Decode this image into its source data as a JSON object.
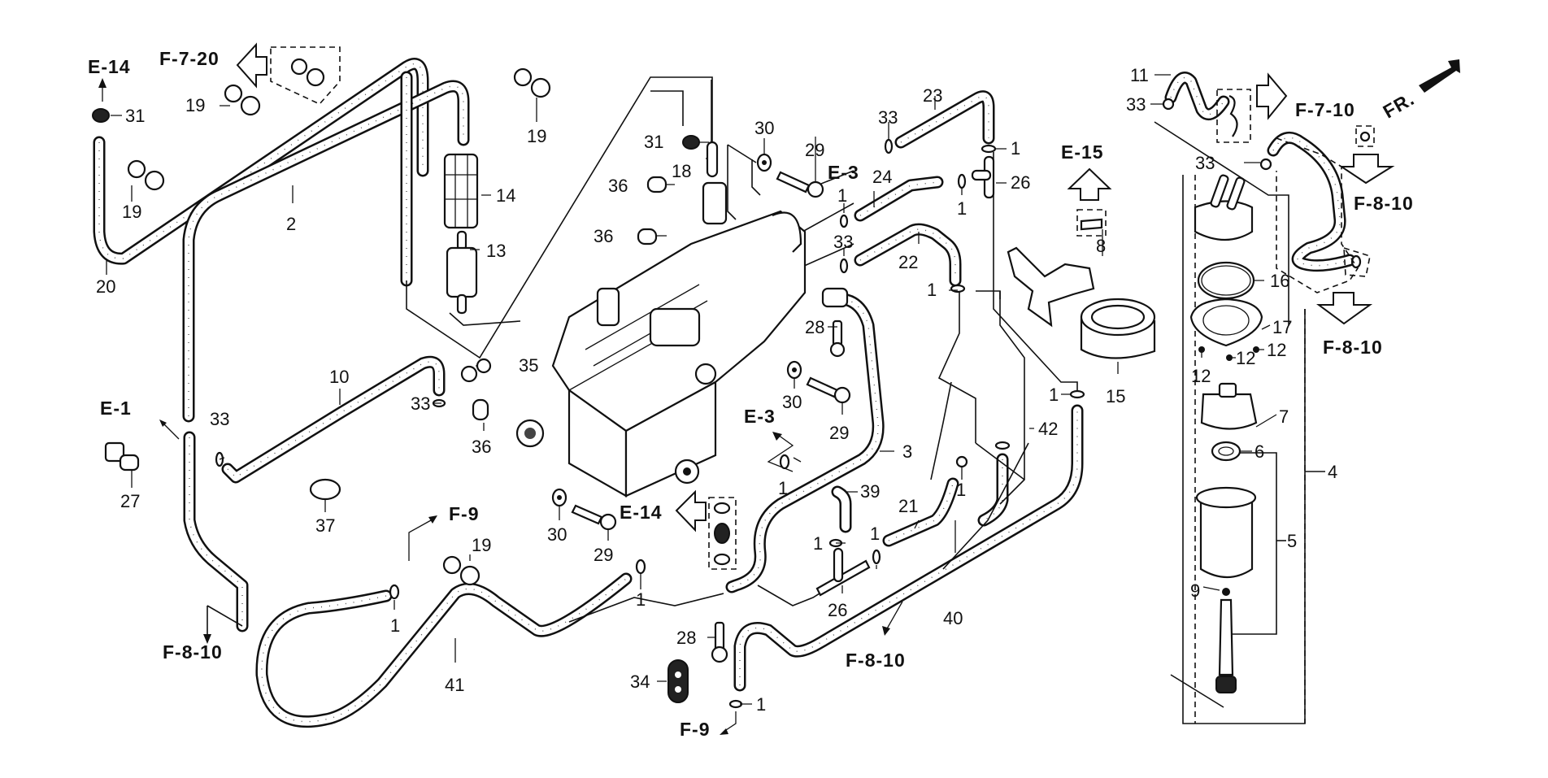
{
  "diagram": {
    "title": "Fuel system parts diagram",
    "orientation_label": "FR.",
    "references": {
      "e14_top": "E-14",
      "f720": "F-7-20",
      "e1": "E-1",
      "e3_a": "E-3",
      "e3_b": "E-3",
      "e14_mid": "E-14",
      "e15": "E-15",
      "f710": "F-7-10",
      "f810_a": "F-8-10",
      "f810_b": "F-8-10",
      "f810_c": "F-8-10",
      "f810_d": "F-8-10",
      "f9_a": "F-9",
      "f9_b": "F-9"
    },
    "callouts": [
      {
        "id": "c31a",
        "label": "31"
      },
      {
        "id": "c19a",
        "label": "19"
      },
      {
        "id": "c19b",
        "label": "19"
      },
      {
        "id": "c20",
        "label": "20"
      },
      {
        "id": "c2",
        "label": "2"
      },
      {
        "id": "c19c",
        "label": "19"
      },
      {
        "id": "c14",
        "label": "14"
      },
      {
        "id": "c13",
        "label": "13"
      },
      {
        "id": "c31b",
        "label": "31"
      },
      {
        "id": "c18",
        "label": "18"
      },
      {
        "id": "c36a",
        "label": "36"
      },
      {
        "id": "c36b",
        "label": "36"
      },
      {
        "id": "c30a",
        "label": "30"
      },
      {
        "id": "c29a",
        "label": "29"
      },
      {
        "id": "c33a",
        "label": "33"
      },
      {
        "id": "c23",
        "label": "23"
      },
      {
        "id": "c1a",
        "label": "1"
      },
      {
        "id": "c26a",
        "label": "26"
      },
      {
        "id": "c24",
        "label": "24"
      },
      {
        "id": "c1b",
        "label": "1"
      },
      {
        "id": "c1c",
        "label": "1"
      },
      {
        "id": "c33b",
        "label": "33"
      },
      {
        "id": "c22",
        "label": "22"
      },
      {
        "id": "c1d",
        "label": "1"
      },
      {
        "id": "c28a",
        "label": "28"
      },
      {
        "id": "c30b",
        "label": "30"
      },
      {
        "id": "c29b",
        "label": "29"
      },
      {
        "id": "c3",
        "label": "3"
      },
      {
        "id": "c42",
        "label": "42"
      },
      {
        "id": "c1e",
        "label": "1"
      },
      {
        "id": "c8",
        "label": "8"
      },
      {
        "id": "c15",
        "label": "15"
      },
      {
        "id": "c10",
        "label": "10"
      },
      {
        "id": "c33c",
        "label": "33"
      },
      {
        "id": "c35",
        "label": "35"
      },
      {
        "id": "c33d",
        "label": "33"
      },
      {
        "id": "c36c",
        "label": "36"
      },
      {
        "id": "c27",
        "label": "27"
      },
      {
        "id": "c37",
        "label": "37"
      },
      {
        "id": "c30c",
        "label": "30"
      },
      {
        "id": "c29c",
        "label": "29"
      },
      {
        "id": "c1f",
        "label": "1"
      },
      {
        "id": "c39",
        "label": "39"
      },
      {
        "id": "c21",
        "label": "21"
      },
      {
        "id": "c1g",
        "label": "1"
      },
      {
        "id": "c1h",
        "label": "1"
      },
      {
        "id": "c1i",
        "label": "1"
      },
      {
        "id": "c26b",
        "label": "26"
      },
      {
        "id": "c40",
        "label": "40"
      },
      {
        "id": "c19d",
        "label": "19"
      },
      {
        "id": "c1j",
        "label": "1"
      },
      {
        "id": "c41",
        "label": "41"
      },
      {
        "id": "c1k",
        "label": "1"
      },
      {
        "id": "c28b",
        "label": "28"
      },
      {
        "id": "c34",
        "label": "34"
      },
      {
        "id": "c1l",
        "label": "1"
      },
      {
        "id": "c11",
        "label": "11"
      },
      {
        "id": "c33e",
        "label": "33"
      },
      {
        "id": "c33f",
        "label": "33"
      },
      {
        "id": "c16",
        "label": "16"
      },
      {
        "id": "c17",
        "label": "17"
      },
      {
        "id": "c12a",
        "label": "12"
      },
      {
        "id": "c12b",
        "label": "12"
      },
      {
        "id": "c12c",
        "label": "12"
      },
      {
        "id": "c7",
        "label": "7"
      },
      {
        "id": "c6",
        "label": "6"
      },
      {
        "id": "c4",
        "label": "4"
      },
      {
        "id": "c5",
        "label": "5"
      },
      {
        "id": "c9",
        "label": "9"
      }
    ]
  }
}
